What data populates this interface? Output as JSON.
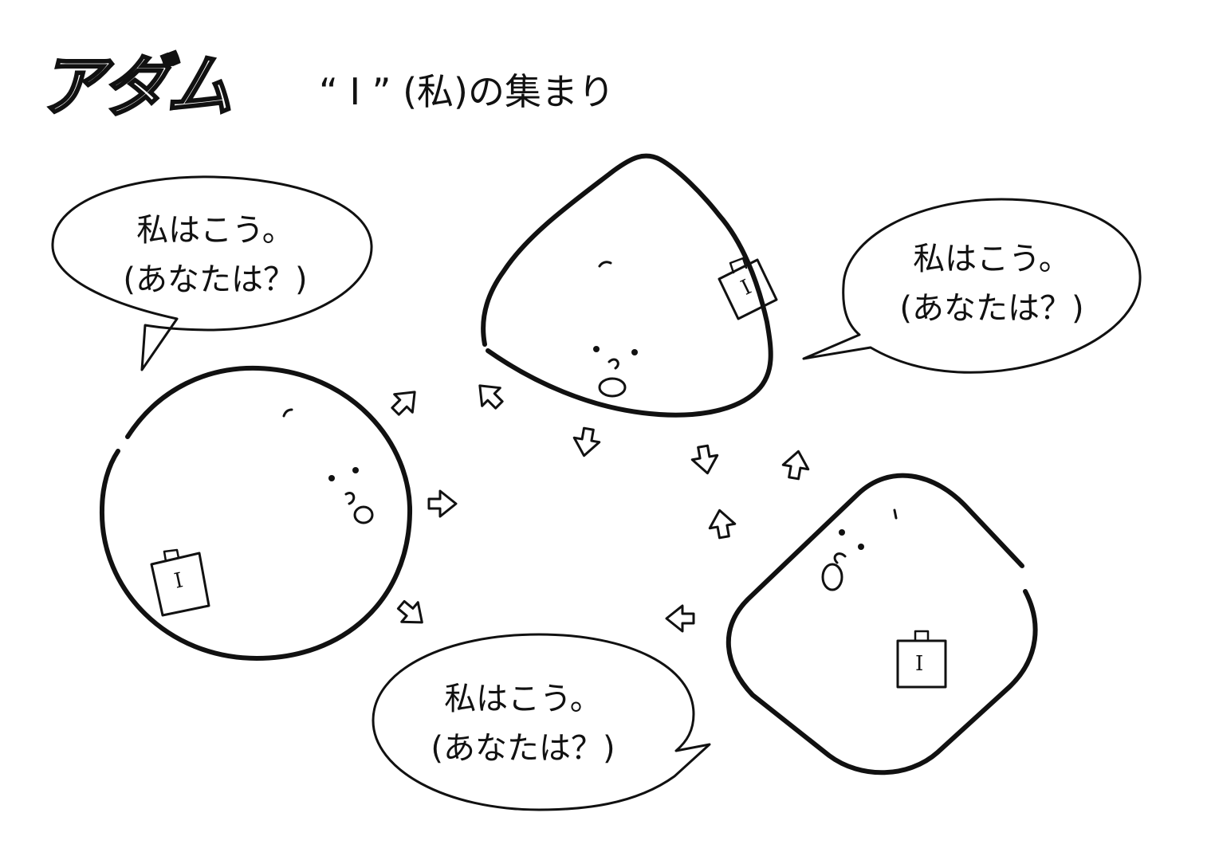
{
  "header": {
    "logo_text": "アダム",
    "title": "“ I ” (私)の集まり"
  },
  "bubbles": [
    {
      "line1": "私はこう。",
      "line2": "(あなたは？)"
    },
    {
      "line1": "私はこう。",
      "line2": "(あなたは？)"
    },
    {
      "line1": "私はこう。",
      "line2": "(あなたは？)"
    }
  ],
  "characters": {
    "circle": {
      "tag": "I"
    },
    "triangle": {
      "tag": "I"
    },
    "square": {
      "tag": "I"
    }
  },
  "colors": {
    "ink": "#111111",
    "paper": "#ffffff"
  }
}
